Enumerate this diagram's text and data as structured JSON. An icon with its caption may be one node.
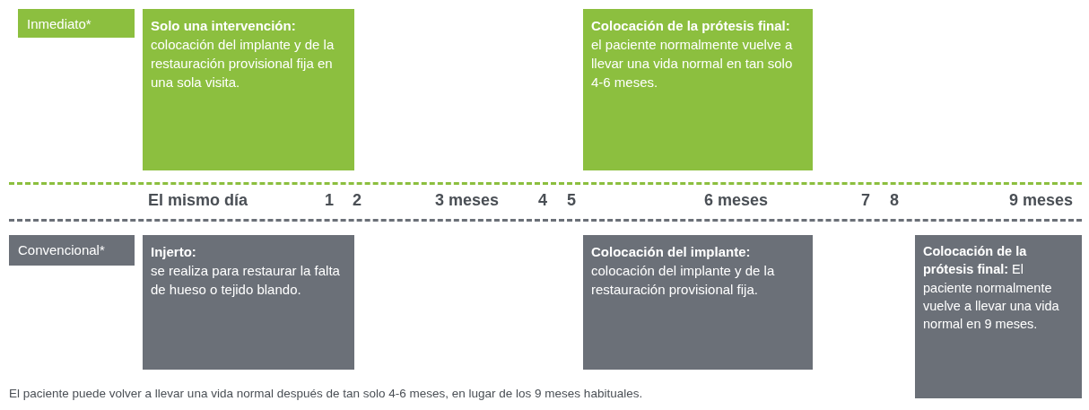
{
  "diagram": {
    "nodes": [
      {
        "text": [
          "Inmediato*"
        ]
      },
      {
        "text": [
          "Solo una intervención:",
          "colocación del implante y de la restauración provisional fija en una sola visita."
        ]
      },
      {
        "text": [
          "Colocación de la prótesis final:",
          "el paciente normalmente vuelve a llevar una vida normal en tan solo 4-6 meses."
        ]
      },
      {
        "text": [
          "Convencional*"
        ]
      },
      {
        "text": [
          "Injerto:",
          "se realiza para restaurar la falta de hueso o tejido blando."
        ]
      },
      {
        "text": [
          "Colocación del implante:",
          "colocación del implante y de la restauración provisional fija."
        ]
      },
      {
        "text": [
          "**Colocación de la prótesis final:** El paciente normalmente vuelve a llevar una vida normal en 9 meses."
        ]
      }
    ],
    "edges": [],
    "labels": [
      "El mismo día",
      "1",
      "2",
      "3 meses",
      "4",
      "5",
      "6 meses",
      "7",
      "8",
      "9 meses",
      "El paciente puede volver a llevar una vida normal después de tan solo 4-6 meses, en lugar de los 9 meses habituales."
    ]
  }
}
